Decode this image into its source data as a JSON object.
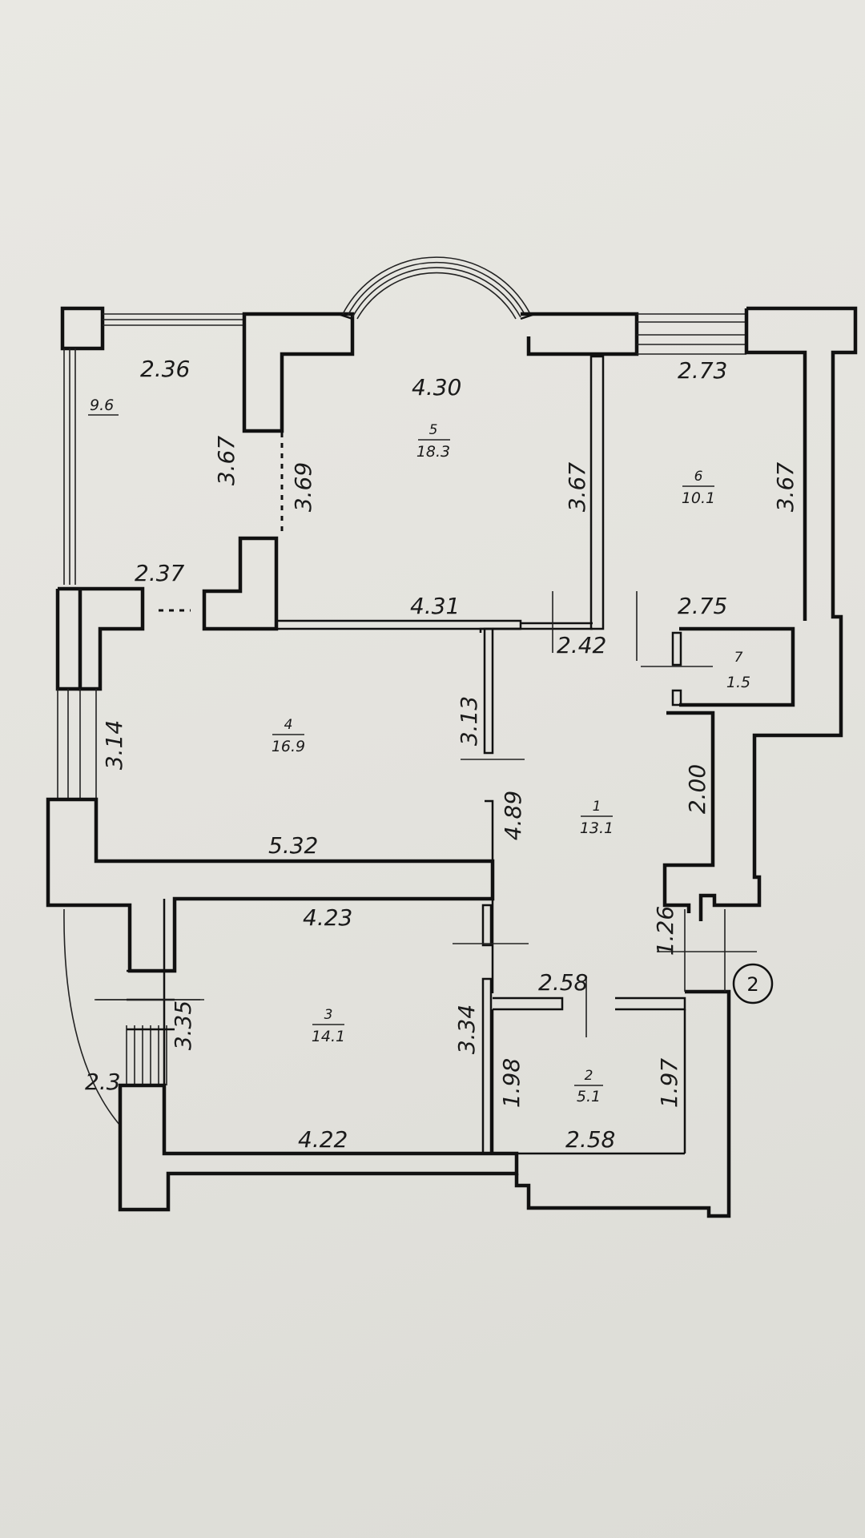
{
  "rooms": [
    {
      "number": "1",
      "area": "13.1"
    },
    {
      "number": "2",
      "area": "5.1"
    },
    {
      "number": "3",
      "area": "14.1"
    },
    {
      "number": "4",
      "area": "16.9"
    },
    {
      "number": "5",
      "area": "18.3"
    },
    {
      "number": "6",
      "area": "10.1"
    },
    {
      "number": "7",
      "area": "1.5"
    }
  ],
  "balcony_area": "9.6",
  "dimensions": {
    "balcony_top": "2.36",
    "balcony_left_wall": "3.67",
    "balcony_bottom": "2.37",
    "r5_top": "4.30",
    "r5_left": "3.69",
    "r5_right": "3.67",
    "r5_bottom": "4.31",
    "r6_top": "2.73",
    "r6_right": "3.67",
    "r6_bottom": "2.75",
    "corridor_top": "2.42",
    "r4_left": "3.14",
    "r4_right": "3.13",
    "r4_bottom": "5.32",
    "r1_left": "4.89",
    "r1_right": "2.00",
    "entry": "1.26",
    "r3_top": "4.23",
    "r3_left": "3.35",
    "r3_right": "3.34",
    "r3_bottom": "4.22",
    "r2_top": "2.58",
    "r2_left": "1.98",
    "r2_right": "1.97",
    "r2_bottom": "2.58",
    "stair_arc": "2.3"
  },
  "axis_marker": "2"
}
